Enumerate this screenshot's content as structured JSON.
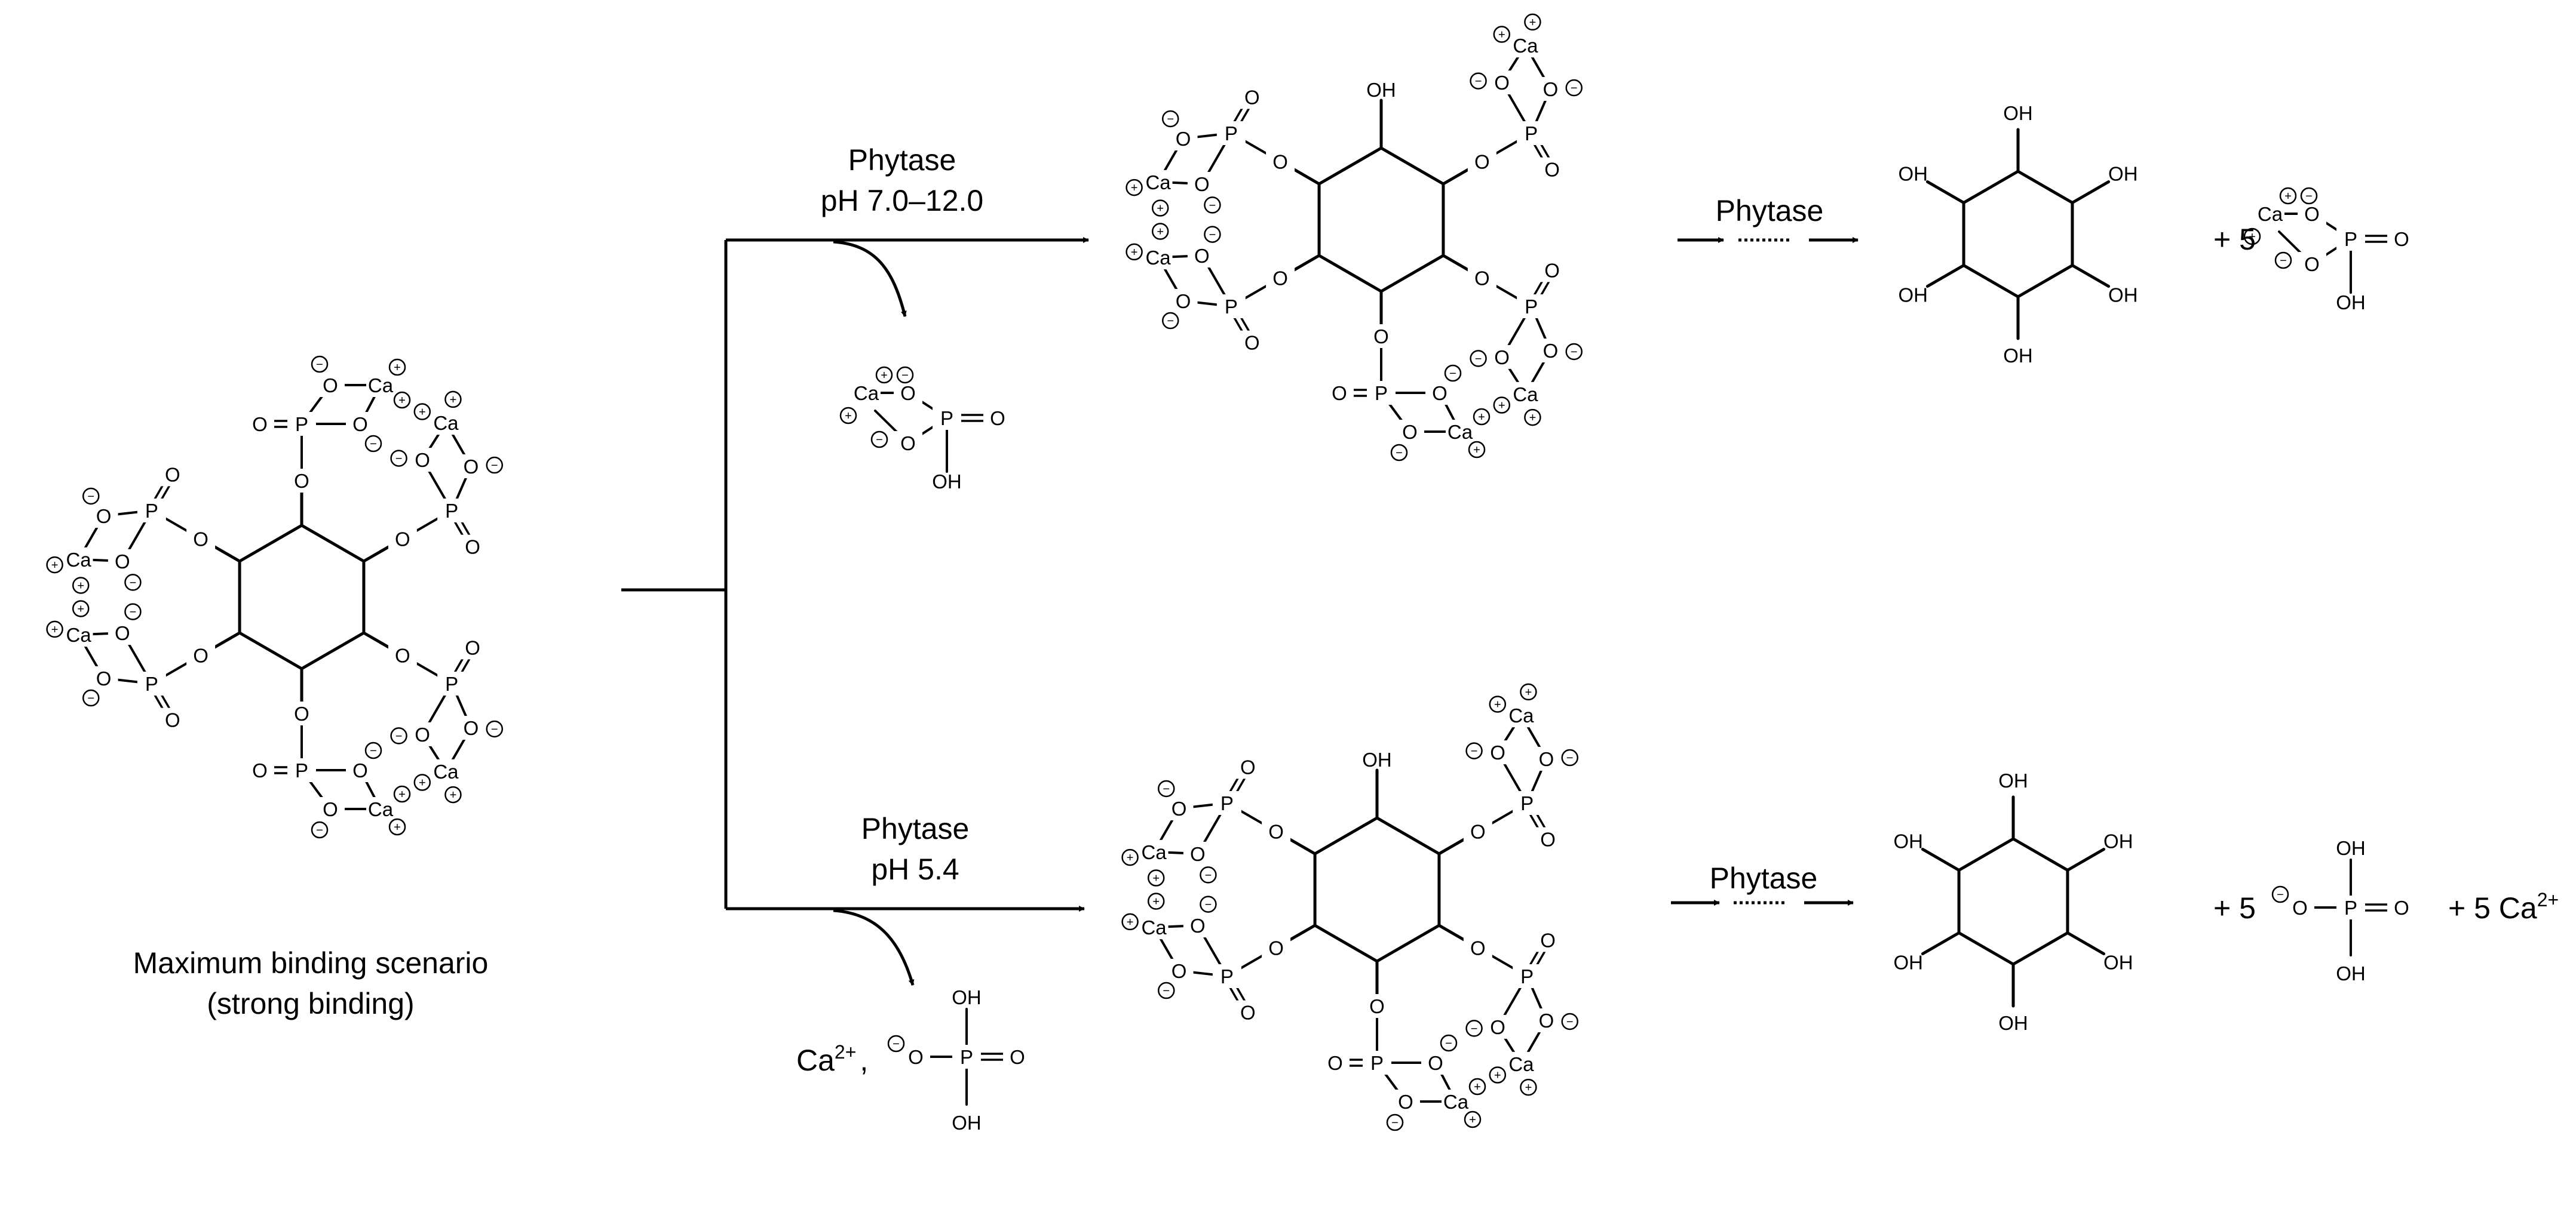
{
  "left": {
    "caption_line1": "Maximum binding scenario",
    "caption_line2": "(strong binding)"
  },
  "top_path": {
    "enzyme": "Phytase",
    "condition": "pH 7.0–12.0",
    "step_label": "Phytase",
    "coefficient": "+ 5"
  },
  "bottom_path": {
    "enzyme": "Phytase",
    "condition": "pH 5.4",
    "step_label": "Phytase",
    "byproduct_prefix": "Ca",
    "byproduct_sup": "2+",
    "byproduct_sep": ",",
    "coefficient": "+ 5",
    "calcium_coefficient": "+ 5 Ca",
    "calcium_sup": "2+"
  },
  "atoms": {
    "oxygen": "O",
    "phosphorus": "P",
    "calcium": "Ca",
    "hydroxyl": "OH",
    "minus": "−",
    "plus": "+"
  },
  "colors": {
    "ink": "#000000",
    "background": "#ffffff"
  }
}
